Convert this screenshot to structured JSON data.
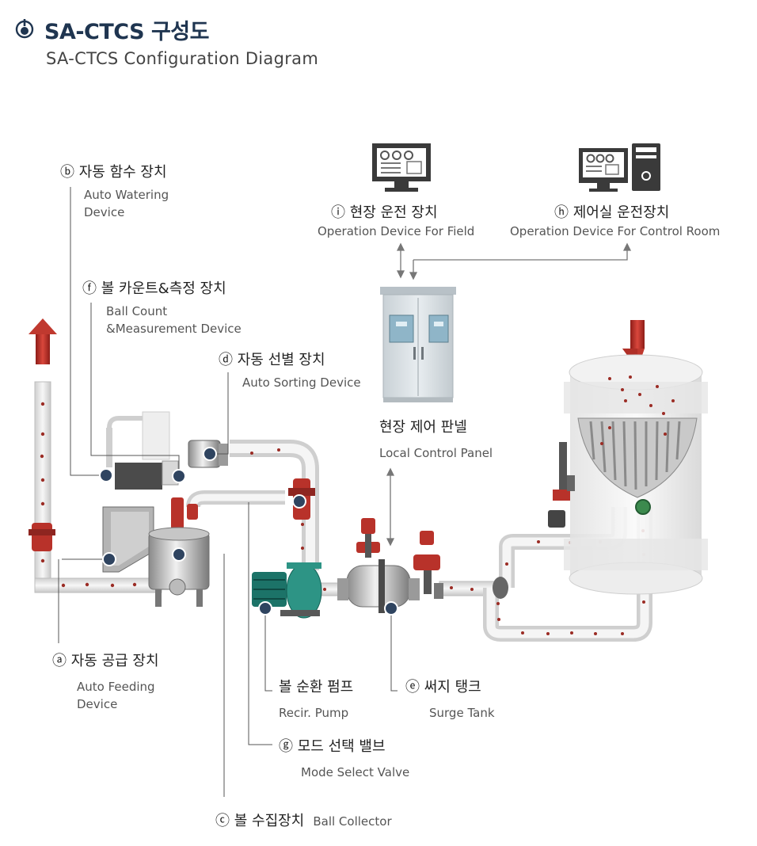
{
  "header": {
    "title": "SA-CTCS 구성도",
    "subtitle": "SA-CTCS Configuration Diagram",
    "icon": "power-dot-icon",
    "accent": "#1f3550"
  },
  "labels": {
    "a": {
      "ko": "ⓐ 자동 공급 장치",
      "en": [
        "Auto Feeding",
        "Device"
      ]
    },
    "b": {
      "ko": "ⓑ 자동 함수 장치",
      "en": [
        "Auto Watering",
        "Device"
      ]
    },
    "c": {
      "ko": "ⓒ 볼 수집장치",
      "en": [
        "Ball Collector"
      ]
    },
    "d": {
      "ko": "ⓓ 자동 선별 장치",
      "en": [
        "Auto Sorting Device"
      ]
    },
    "e": {
      "ko": "ⓔ 써지 탱크",
      "en": [
        "Surge Tank"
      ]
    },
    "f": {
      "ko": "ⓕ 볼 카운트&측정 장치",
      "en": [
        "Ball Count",
        "&Measurement Device"
      ]
    },
    "g": {
      "ko": "ⓖ 모드 선택 밸브",
      "en": [
        "Mode Select Valve"
      ]
    },
    "h": {
      "ko": "ⓗ 제어실 운전장치",
      "en": [
        "Operation Device For Control Room"
      ]
    },
    "i": {
      "ko": "ⓘ 현장 운전 장치",
      "en": [
        "Operation Device For Field"
      ]
    },
    "pump": {
      "ko": "볼 순환 펌프",
      "en": [
        "Recir. Pump"
      ]
    },
    "panel": {
      "ko": "현장 제어 판넬",
      "en": [
        "Local Control Panel"
      ]
    }
  },
  "colors": {
    "marker": "#2f4460",
    "valve": "#b8322a",
    "pump": "#1a6e64",
    "panel": "#d9dfe3",
    "pipe": "#e4e4e4"
  }
}
